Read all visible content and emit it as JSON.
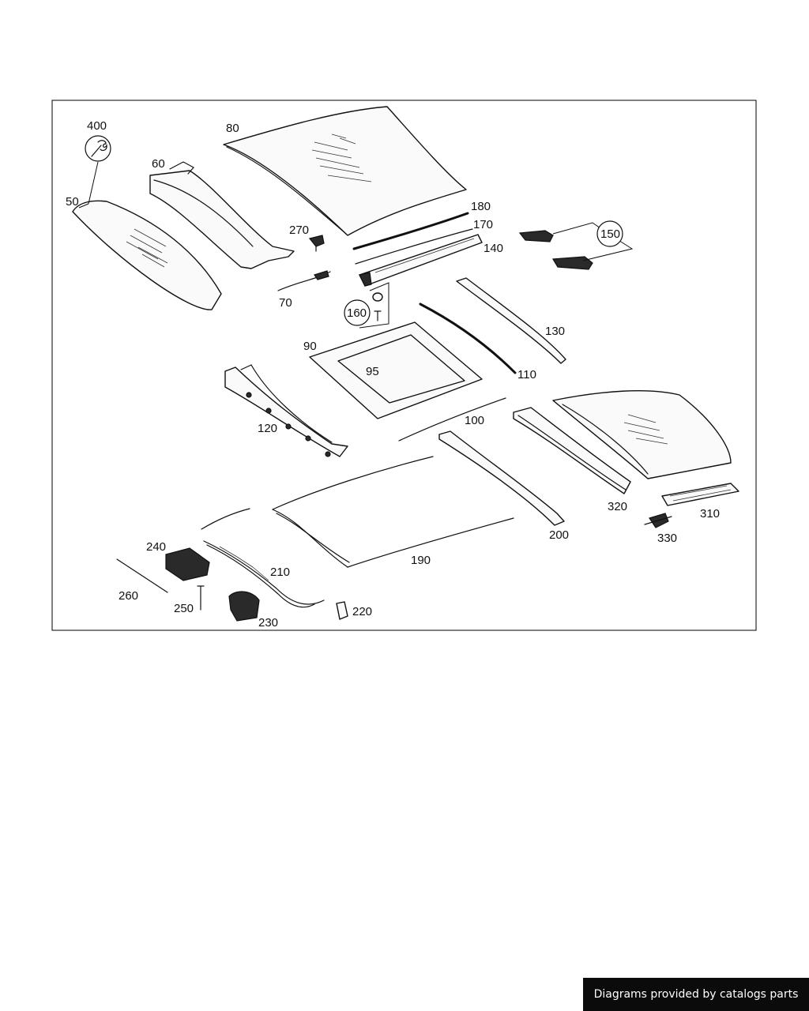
{
  "diagram": {
    "callouts": {
      "c400": "400",
      "c80": "80",
      "c60": "60",
      "c50": "50",
      "c270": "270",
      "c180": "180",
      "c170": "170",
      "c150": "150",
      "c140": "140",
      "c70": "70",
      "c160": "160",
      "c130": "130",
      "c90": "90",
      "c95": "95",
      "c110": "110",
      "c120": "120",
      "c100": "100",
      "c320": "320",
      "c310": "310",
      "c240": "240",
      "c210": "210",
      "c190": "190",
      "c200": "200",
      "c330": "330",
      "c260": "260",
      "c250": "250",
      "c230": "230",
      "c220": "220"
    }
  },
  "footer": {
    "credit": "Diagrams provided by catalogs parts"
  }
}
